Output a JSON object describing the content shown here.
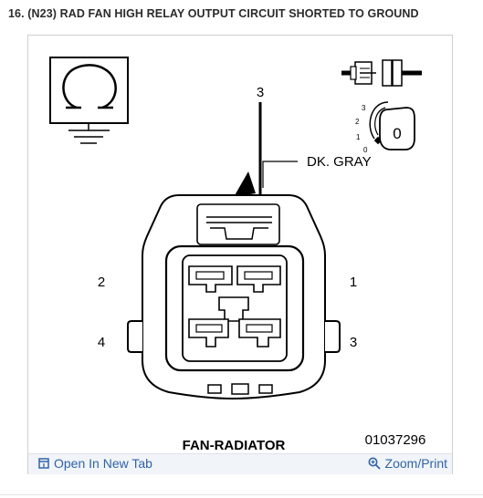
{
  "heading": "16. (N23) RAD FAN HIGH RELAY OUTPUT CIRCUIT SHORTED TO GROUND",
  "diagram": {
    "probe_pin_label": "3",
    "wire_color_label": "DK. GRAY",
    "pin_labels": {
      "left_top": "2",
      "left_bottom": "4",
      "right_top": "1",
      "right_bottom": "3"
    },
    "switch_positions": [
      "3",
      "2",
      "1",
      "0"
    ],
    "switch_knob_label": "0",
    "connector_name": "FAN-RADIATOR",
    "figure_number": "01037296",
    "symbols": [
      "ohmmeter-icon",
      "ground-icon",
      "disconnected-connector-icon",
      "ignition-key-icon"
    ]
  },
  "footer": {
    "open_tab_label": "Open In New Tab",
    "zoom_label": "Zoom/Print"
  },
  "colors": {
    "link": "#2f64a6",
    "footer_bg": "#f1f4f8",
    "frame_border": "#cfcfcf"
  }
}
